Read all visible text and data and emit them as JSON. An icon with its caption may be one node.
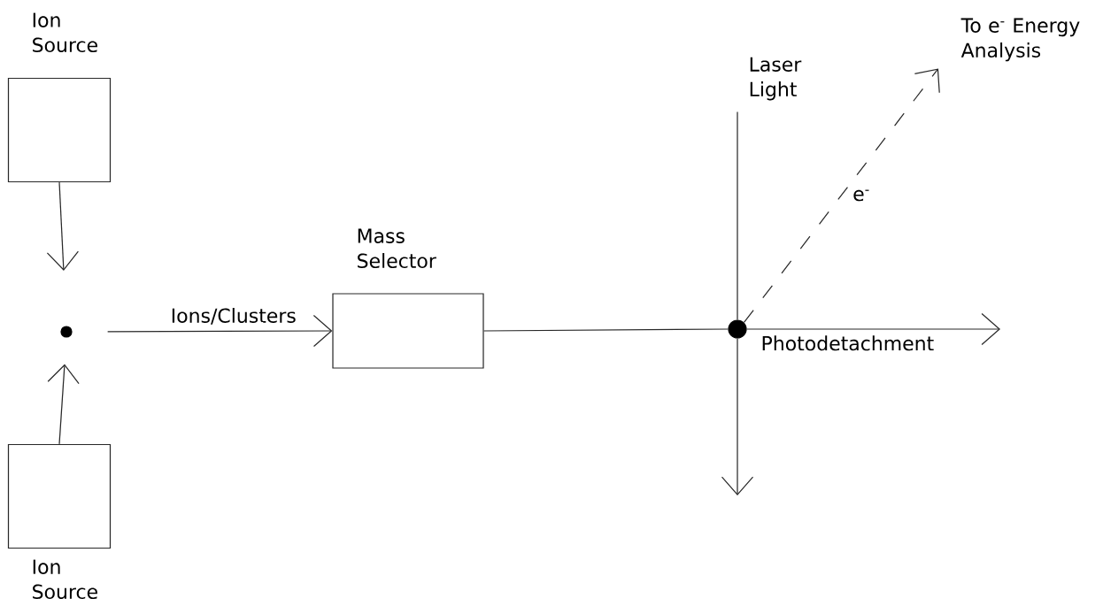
{
  "diagram": {
    "nodes": [
      {
        "text": [
          "Ion Source"
        ]
      },
      {
        "text": [
          "Ion Source"
        ]
      },
      {
        "text": [],
        "shape": "circle"
      },
      {
        "text": [
          "Mass Selector"
        ]
      },
      {
        "text": [],
        "shape": "circle"
      },
      {
        "text": [
          "Laser Light"
        ]
      },
      {
        "text": [
          "To e$^{-}$ Energy Analysis"
        ]
      }
    ],
    "edges": [
      {
        "from": 0,
        "to": 2,
        "arrow": "to"
      },
      {
        "from": 1,
        "to": 2,
        "arrow": "to"
      },
      {
        "from": 2,
        "to": 3,
        "arrow": "to",
        "label": "Ions/Clusters"
      },
      {
        "from": 3,
        "to": 4,
        "arrow": "none"
      },
      {
        "from": 4,
        "to": null,
        "arrow": "to",
        "label": "Photodetachment"
      },
      {
        "from": 5,
        "to": 4,
        "arrow": "none"
      },
      {
        "from": 4,
        "to": null,
        "arrow": "to"
      },
      {
        "from": 4,
        "to": 6,
        "arrow": "to",
        "style": "dashed",
        "label": "e$^{-}$"
      }
    ]
  }
}
